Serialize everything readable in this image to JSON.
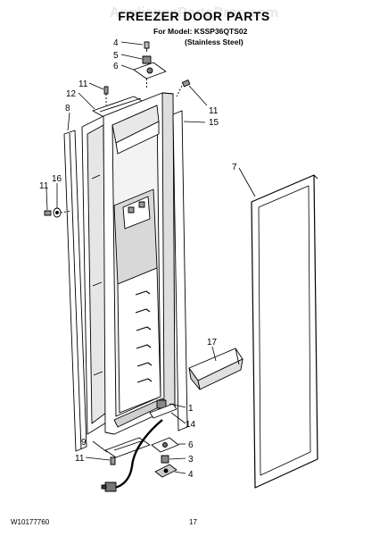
{
  "header": {
    "watermark": "AppliancePartsPros.com",
    "title": "FREEZER DOOR PARTS",
    "model_line": "For Model: KSSP36QTS02",
    "finish_line": "(Stainless Steel)"
  },
  "callouts": {
    "c4a": "4",
    "c5": "5",
    "c6a": "6",
    "c11a": "11",
    "c12": "12",
    "c8": "8",
    "c11b": "11",
    "c15": "15",
    "c16": "16",
    "c11c": "11",
    "c7": "7",
    "c17": "17",
    "c1": "1",
    "c14": "14",
    "c9": "9",
    "c6b": "6",
    "c3": "3",
    "c11d": "11",
    "c4b": "4"
  },
  "footer": {
    "doc_number": "W10177760",
    "page_number": "17"
  }
}
